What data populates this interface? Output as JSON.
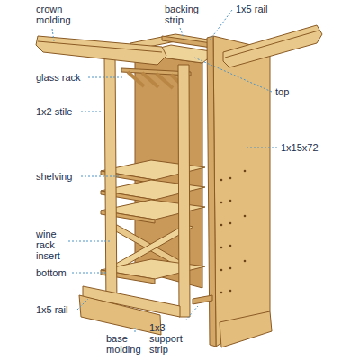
{
  "diagram": {
    "labels": [
      "crown molding",
      "backing strip",
      "1x5 rail",
      "glass rack",
      "top",
      "1x2 stile",
      "1x15x72",
      "shelving",
      "wine rack insert",
      "bottom",
      "1x5 rail",
      "base molding",
      "1x3 support strip"
    ]
  }
}
